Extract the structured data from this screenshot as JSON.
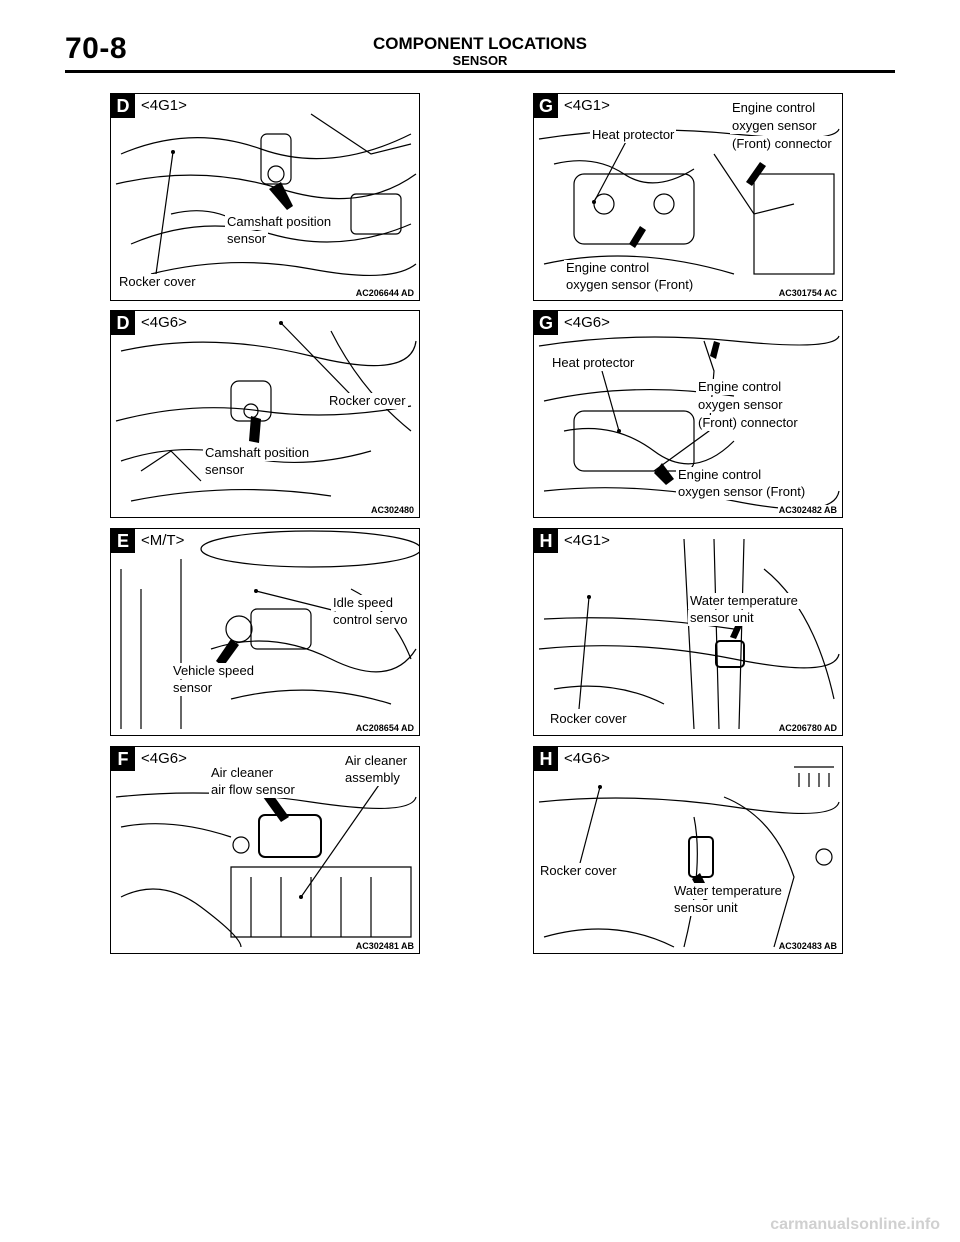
{
  "header": {
    "page_number": "70-8",
    "title": "COMPONENT LOCATIONS",
    "subtitle": "SENSOR"
  },
  "panels": [
    {
      "letter": "D",
      "variant": "<4G1>",
      "labels": [
        "Camshaft position",
        "sensor",
        "Rocker cover"
      ],
      "figure_id": "AC206644 AD"
    },
    {
      "letter": "D",
      "variant": "<4G6>",
      "labels": [
        "Rocker cover",
        "Camshaft position",
        "sensor"
      ],
      "figure_id": "AC302480"
    },
    {
      "letter": "E",
      "variant": "<M/T>",
      "labels": [
        "Idle speed",
        "control servo",
        "Vehicle speed",
        "sensor"
      ],
      "figure_id": "AC208654 AD"
    },
    {
      "letter": "F",
      "variant": "<4G6>",
      "labels": [
        "Air cleaner",
        "air flow sensor",
        "Air cleaner",
        "assembly"
      ],
      "figure_id": "AC302481 AB"
    },
    {
      "letter": "G",
      "variant": "<4G1>",
      "labels": [
        "Heat protector",
        "Engine control",
        "oxygen sensor",
        "(Front) connector",
        "Engine control",
        "oxygen sensor (Front)"
      ],
      "figure_id": "AC301754 AC"
    },
    {
      "letter": "G",
      "variant": "<4G6>",
      "labels": [
        "Heat protector",
        "Engine control",
        "oxygen sensor",
        "(Front) connector",
        "Engine control",
        "oxygen sensor (Front)"
      ],
      "figure_id": "AC302482 AB"
    },
    {
      "letter": "H",
      "variant": "<4G1>",
      "labels": [
        "Water temperature",
        "sensor unit",
        "Rocker cover"
      ],
      "figure_id": "AC206780 AD"
    },
    {
      "letter": "H",
      "variant": "<4G6>",
      "labels": [
        "Rocker cover",
        "Water temperature",
        "sensor unit"
      ],
      "figure_id": "AC302483 AB"
    }
  ],
  "footer": {
    "watermark": "carmanualsonline.info"
  }
}
